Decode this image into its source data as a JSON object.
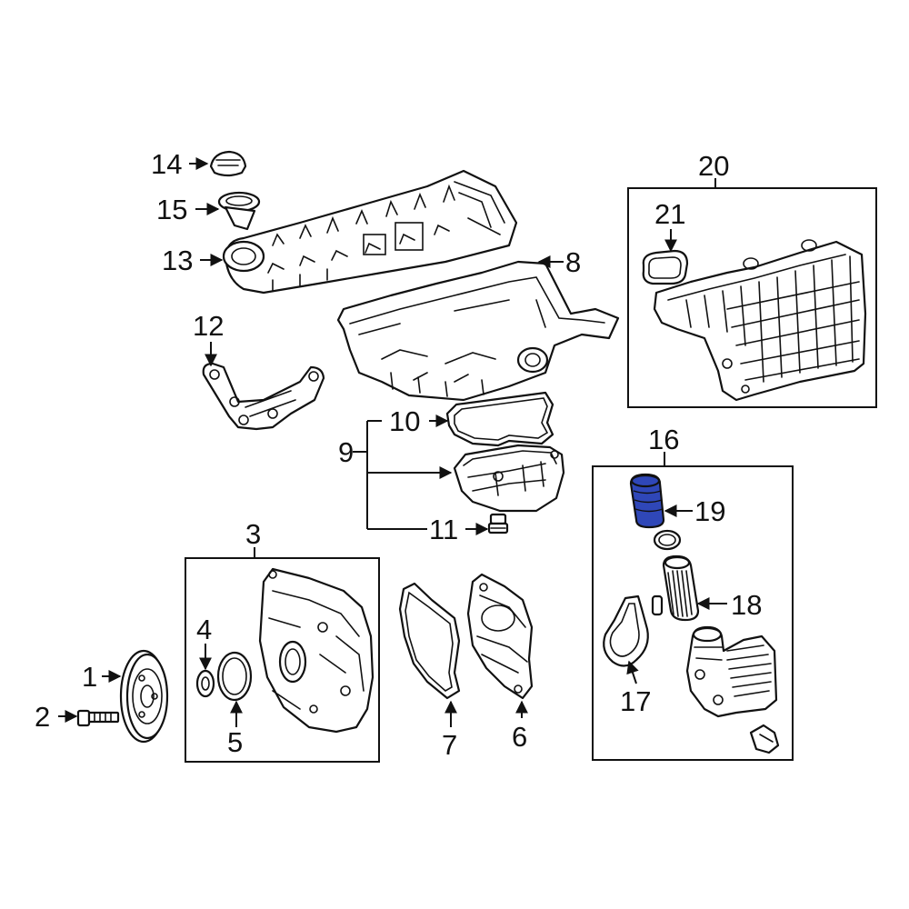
{
  "colors": {
    "line": "#111111",
    "highlight": "#2f47b8",
    "background": "#ffffff"
  },
  "callouts": {
    "c1": "1",
    "c2": "2",
    "c3": "3",
    "c4": "4",
    "c5": "5",
    "c6": "6",
    "c7": "7",
    "c8": "8",
    "c9": "9",
    "c10": "10",
    "c11": "11",
    "c12": "12",
    "c13": "13",
    "c14": "14",
    "c15": "15",
    "c16": "16",
    "c17": "17",
    "c18": "18",
    "c19": "19",
    "c20": "20",
    "c21": "21"
  },
  "highlighted_part": "19"
}
